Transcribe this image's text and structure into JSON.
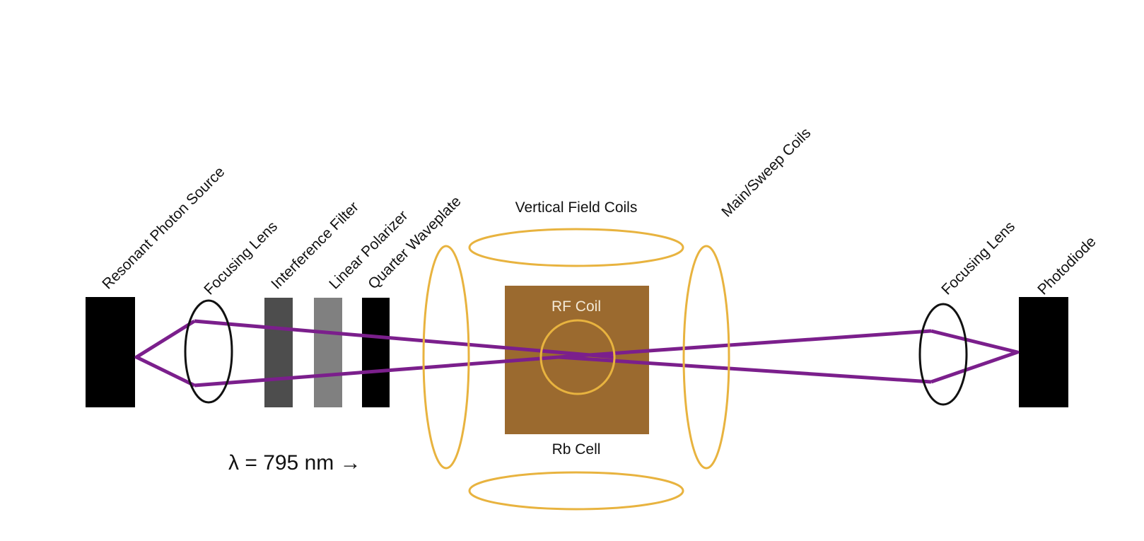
{
  "colors": {
    "beam": "#7b1f8c",
    "coil": "#e8b33f",
    "cell": "#9b6a2f",
    "block": "#000000",
    "filter": "#4d4d4d",
    "polarizer": "#808080",
    "lens": "#111111",
    "background": "#ffffff"
  },
  "labels": {
    "resonant_photon_source": "Resonant Photon Source",
    "focusing_lens_left": "Focusing Lens",
    "interference_filter": "Interference Filter",
    "linear_polarizer": "Linear Polarizer",
    "quarter_waveplate": "Quarter Waveplate",
    "vertical_field_coils": "Vertical Field Coils",
    "main_sweep_coils": "Main/Sweep Coils",
    "focusing_lens_right": "Focusing Lens",
    "photodiode": "Photodiode",
    "rf_coil": "RF Coil",
    "rb_cell": "Rb Cell",
    "wavelength": "λ = 795 nm →"
  },
  "icons": {
    "source": "filled-rectangle",
    "lens": "ellipse-outline",
    "coil": "ellipse-outline",
    "cell": "filled-square",
    "detector": "filled-rectangle"
  }
}
